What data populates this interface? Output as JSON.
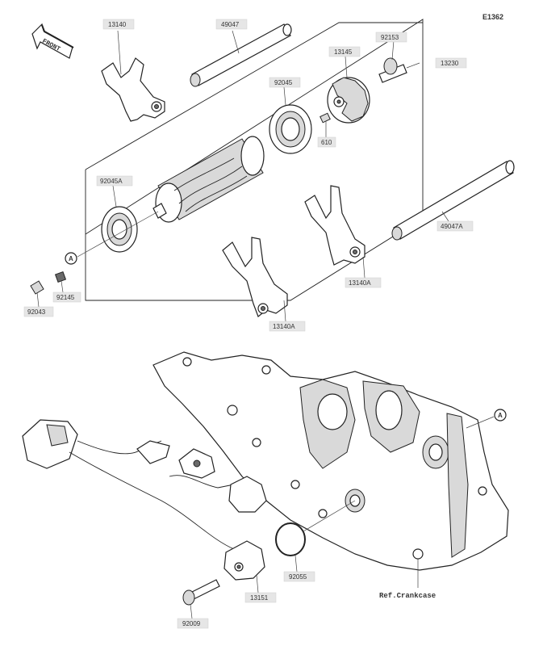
{
  "diagram_id": "E1362",
  "front_label": "FRONT",
  "ref_label": "Ref.Crankcase",
  "callout_a": "A",
  "parts": {
    "p13140": "13140",
    "p49047": "49047",
    "p92153": "92153",
    "p13145": "13145",
    "p13230": "13230",
    "p92045": "92045",
    "p610": "610",
    "p92045A": "92045A",
    "p49047A": "49047A",
    "p92145": "92145",
    "p92043": "92043",
    "p13140A_right": "13140A",
    "p13140A_mid": "13140A",
    "p92055": "92055",
    "p13151": "13151",
    "p92009": "92009"
  }
}
